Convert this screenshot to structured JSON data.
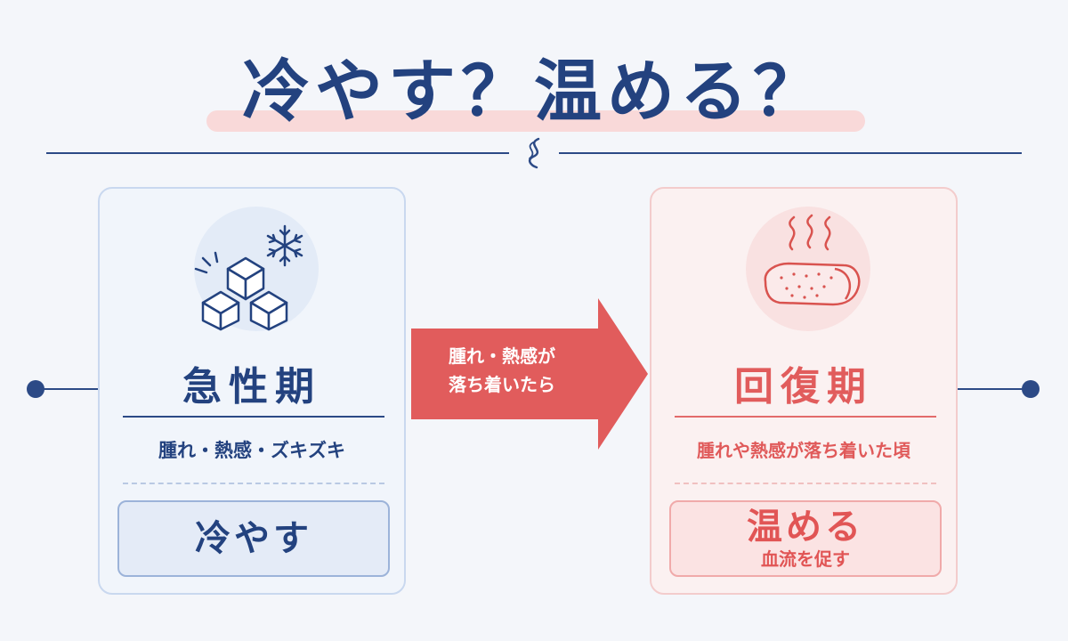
{
  "title": "冷やす？温める？",
  "left_card": {
    "phase": "急性期",
    "description": "腫れ・熱感・ズキズキ",
    "action": "冷やす",
    "icon": "ice-cubes-snowflake-icon",
    "color": "#23427f"
  },
  "arrow": {
    "line1": "腫れ・熱感が",
    "line2": "落ち着いたら",
    "color": "#e15c5c"
  },
  "right_card": {
    "phase": "回復期",
    "description": "腫れや熱感が落ち着いた頃",
    "action": "温める",
    "action_sub": "血流を促す",
    "icon": "hot-towel-icon",
    "color": "#e15c5c"
  }
}
